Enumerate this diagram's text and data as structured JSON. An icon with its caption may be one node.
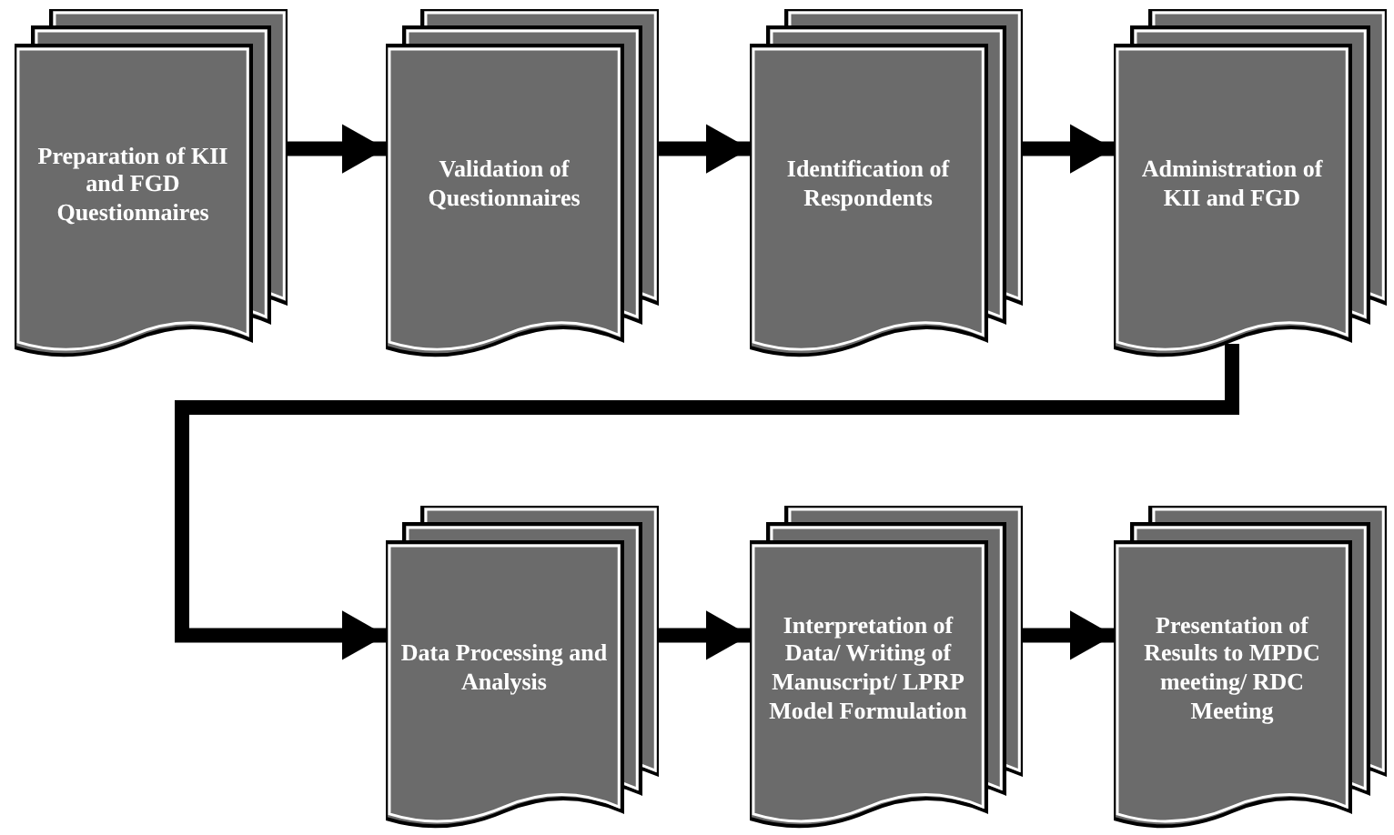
{
  "diagram": {
    "nodes": [
      {
        "text": [
          "Preparation of KII and FGD Questionnaires"
        ]
      },
      {
        "text": [
          "Validation of Questionnaires"
        ]
      },
      {
        "text": [
          "Identification of Respondents"
        ]
      },
      {
        "text": [
          "Administration of KII and FGD"
        ]
      },
      {
        "text": [
          "Data Processing and Analysis"
        ]
      },
      {
        "text": [
          "Interpretation of Data/ Writing of Manuscript/ LPRP Model Formulation"
        ]
      },
      {
        "text": [
          "Presentation of Results to MPDC meeting/ RDC Meeting"
        ]
      }
    ],
    "edges": [
      {
        "from": 0,
        "to": 1,
        "arrow": "to"
      },
      {
        "from": 1,
        "to": 2,
        "arrow": "to"
      },
      {
        "from": 2,
        "to": 3,
        "arrow": "to"
      },
      {
        "from": 3,
        "to": 4,
        "arrow": "to"
      },
      {
        "from": 4,
        "to": 5,
        "arrow": "to"
      },
      {
        "from": 5,
        "to": 6,
        "arrow": "to"
      }
    ]
  }
}
